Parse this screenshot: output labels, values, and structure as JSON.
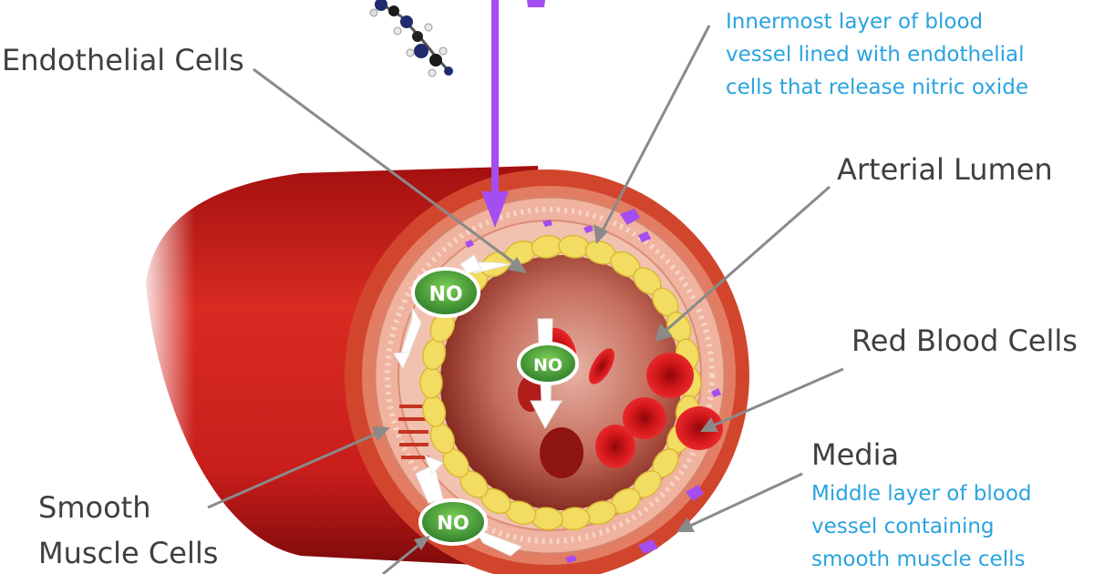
{
  "labels": {
    "endothelial_cells": "Endothelial Cells",
    "intima_description": [
      "Innermost  layer of blood",
      "vessel lined with endothelial",
      "cells that release nitric oxide"
    ],
    "arterial_lumen": "Arterial Lumen",
    "red_blood_cells": "Red Blood Cells",
    "media_title": "Media",
    "media_description": [
      "Middle layer of blood",
      "vessel containing",
      "smooth muscle cells"
    ],
    "smooth_muscle_cells": [
      "Smooth",
      "Muscle Cells"
    ],
    "no_badge": "NO"
  },
  "colors": {
    "label_text": "#3f3f3f",
    "description_text": "#29a3e0",
    "leader_line": "#8a8a8a",
    "arrow_purple": "#a44df0",
    "vessel_red": "#c8221f",
    "endothelial_yellow": "#f3dc62",
    "no_green": "#3d9a3d"
  }
}
